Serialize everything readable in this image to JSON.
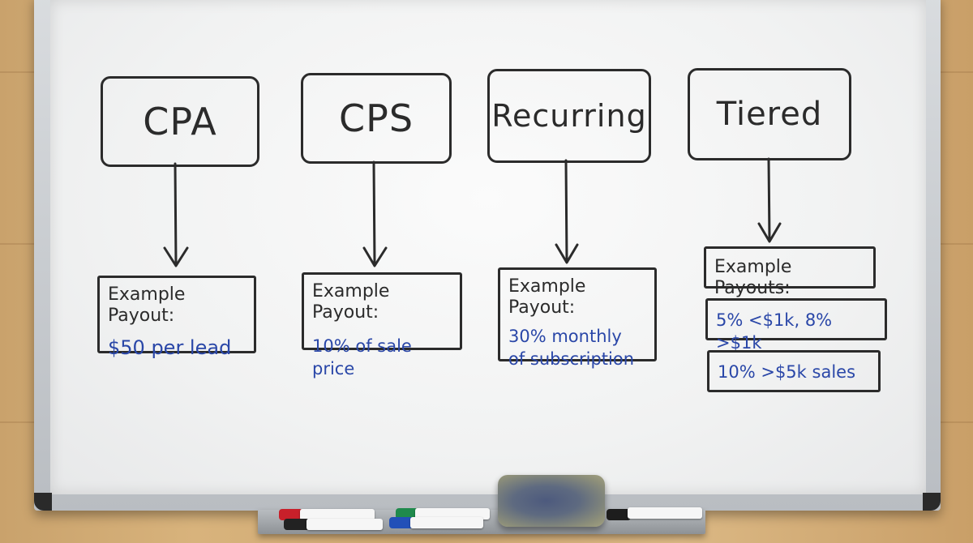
{
  "board": {
    "columns": [
      {
        "title": "CPA",
        "payout_heading": "Example Payout:",
        "payout_lines": [
          "$50 per lead"
        ]
      },
      {
        "title": "CPS",
        "payout_heading": "Example Payout:",
        "payout_lines": [
          "10% of sale price"
        ]
      },
      {
        "title": "Recurring",
        "payout_heading": "Example Payout:",
        "payout_lines": [
          "30% monthly",
          "of subscription"
        ]
      },
      {
        "title": "Tiered",
        "payout_heading": "Example Payouts:",
        "payout_lines": [
          "5% <$1k, 8% >$1k",
          "10% >$5k sales"
        ]
      }
    ]
  },
  "colors": {
    "ink_black": "#2b2b2b",
    "ink_blue": "#2a47a8",
    "board": "#f4f5f5",
    "wood": "#d4ac76"
  },
  "tray_items": [
    "red-marker",
    "black-marker",
    "green-marker",
    "blue-marker",
    "eraser",
    "black-marker"
  ]
}
